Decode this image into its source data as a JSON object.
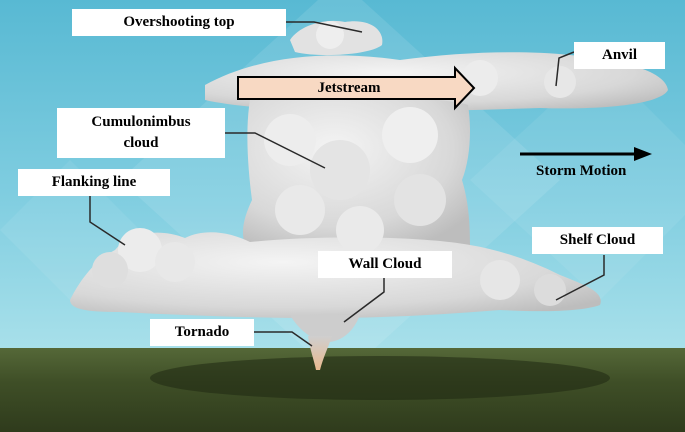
{
  "diagram": {
    "labels": {
      "overshooting_top": "Overshooting top",
      "anvil": "Anvil",
      "jetstream": "Jetstream",
      "cumulonimbus": [
        "Cumulonimbus",
        "cloud"
      ],
      "storm_motion": "Storm Motion",
      "flanking_line": "Flanking line",
      "shelf_cloud": "Shelf Cloud",
      "wall_cloud": "Wall Cloud",
      "tornado": "Tornado"
    },
    "colors": {
      "sky": "#56b8d2",
      "sky_light": "#a4e0ec",
      "cloud": "#e6e6e6",
      "cloud_shade": "#b9b9b9",
      "ground": "#3f4e28",
      "jetstream_fill": "#f8d9c3",
      "label_bg": "#ffffff",
      "leader_line": "#2a2a2a"
    }
  }
}
